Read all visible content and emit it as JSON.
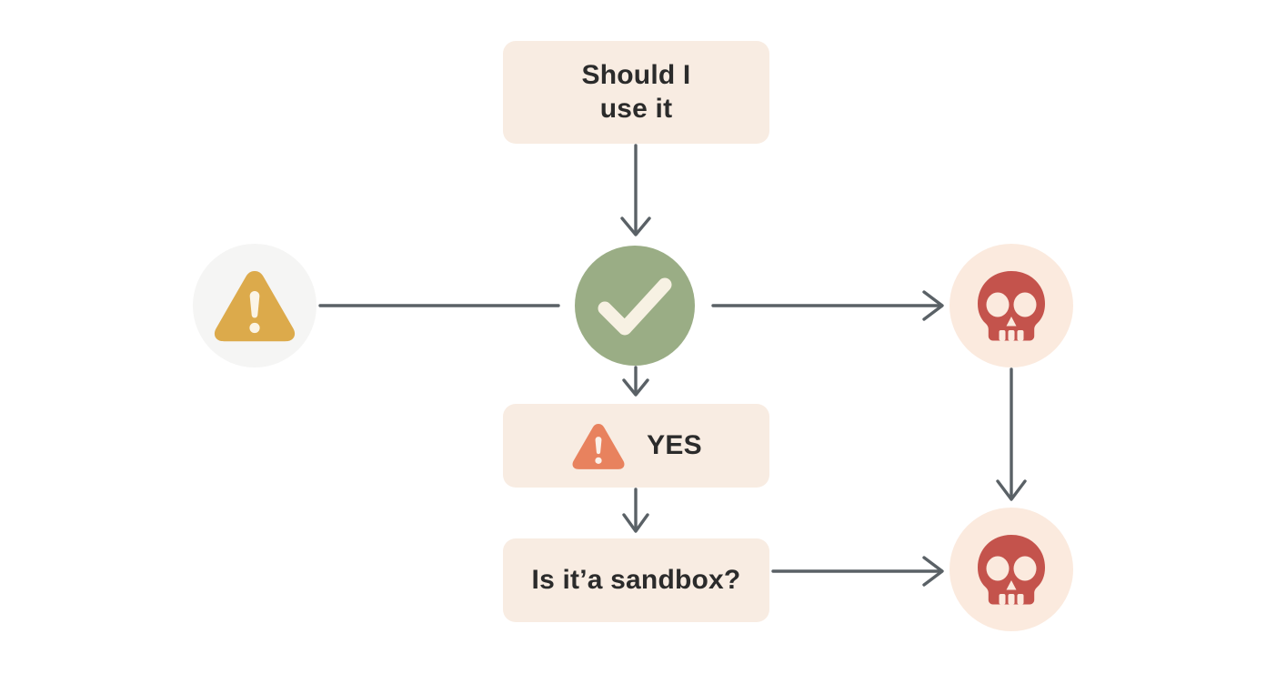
{
  "diagram": {
    "title": "Should I use it decision flow",
    "background_color": "#ffffff",
    "palette": {
      "box_fill": "#f8ece2",
      "circle_neutral_fill": "#f5f5f4",
      "circle_peach_fill": "#fbeade",
      "check_circle_fill": "#9aad85",
      "check_mark_color": "#f7f1e3",
      "warning_amber": "#dcaa4b",
      "warning_salmon": "#e8825e",
      "skull_red": "#c4534c",
      "connector_gray": "#5a6166",
      "text_color": "#2b2b2b"
    },
    "nodes": [
      {
        "id": "should-use",
        "type": "box",
        "text": "Should I\nuse it"
      },
      {
        "id": "warning-amber",
        "type": "circle-icon",
        "icon": "warning-triangle-icon",
        "label": ""
      },
      {
        "id": "check",
        "type": "circle-icon",
        "icon": "check-mark-icon",
        "label": ""
      },
      {
        "id": "skull-top",
        "type": "circle-icon",
        "icon": "skull-icon",
        "label": ""
      },
      {
        "id": "yes",
        "type": "box",
        "icon": "warning-triangle-icon",
        "text": "YES"
      },
      {
        "id": "sandbox",
        "type": "box",
        "text": "Is it’a sandbox?"
      },
      {
        "id": "skull-bottom",
        "type": "circle-icon",
        "icon": "skull-icon",
        "label": ""
      }
    ],
    "edges": [
      {
        "from": "should-use",
        "to": "check",
        "arrowhead": true,
        "orientation": "vertical"
      },
      {
        "from": "warning-amber",
        "to": "check",
        "arrowhead": false,
        "orientation": "horizontal"
      },
      {
        "from": "check",
        "to": "skull-top",
        "arrowhead": true,
        "orientation": "horizontal"
      },
      {
        "from": "check",
        "to": "yes",
        "arrowhead": true,
        "orientation": "vertical"
      },
      {
        "from": "yes",
        "to": "sandbox",
        "arrowhead": true,
        "orientation": "vertical"
      },
      {
        "from": "sandbox",
        "to": "skull-bottom",
        "arrowhead": true,
        "orientation": "horizontal"
      },
      {
        "from": "skull-top",
        "to": "skull-bottom",
        "arrowhead": true,
        "orientation": "vertical"
      }
    ]
  }
}
